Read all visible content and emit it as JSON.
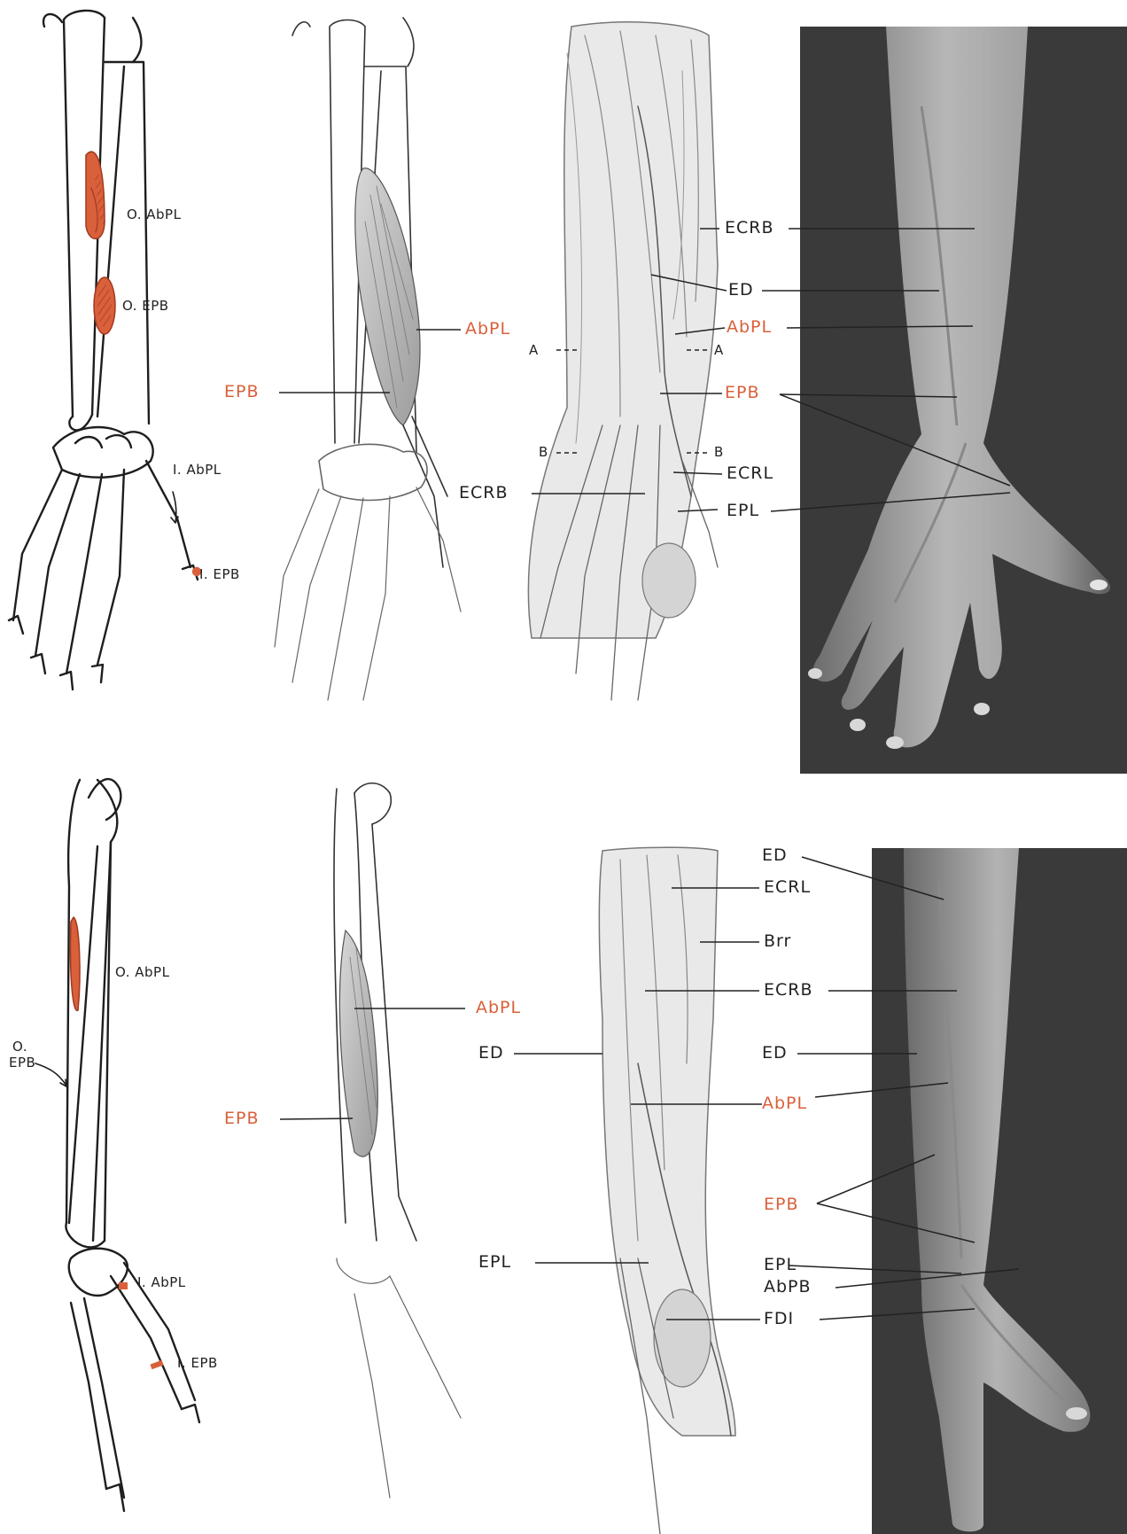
{
  "colors": {
    "origin_red": "#d9603a",
    "ink": "#222222",
    "photo_background": "#3a3a3a",
    "skin_light": "#b9b9b9",
    "skin_mid": "#8a8a8a"
  },
  "top_row": {
    "skeleton_labels": {
      "origin_abpl": "O. AbPL",
      "origin_epb": "O. EPB",
      "insertion_abpl": "I. AbPL",
      "insertion_epb": "I. EPB"
    },
    "muscle_labels": {
      "abpl": "AbPL",
      "epb": "EPB"
    },
    "detail_labels": {
      "ecrb_upper": "ECRB",
      "ed": "ED",
      "abpl": "AbPL",
      "section_a_left": "A",
      "section_a_right": "A",
      "epb": "EPB",
      "section_b_left": "B",
      "section_b_right": "B",
      "ecrl": "ECRL",
      "ecrb_lower": "ECRB",
      "epl": "EPL"
    }
  },
  "bottom_row": {
    "skeleton_labels": {
      "origin_abpl": "O. AbPL",
      "origin_epb_line1": "O.",
      "origin_epb_line2": "EPB",
      "insertion_abpl": "I. AbPL",
      "insertion_epb": "I. EPB"
    },
    "muscle_labels": {
      "abpl": "AbPL",
      "epb": "EPB"
    },
    "detail_labels": {
      "ed_top": "ED",
      "ecrl": "ECRL",
      "brr": "Brr",
      "ecrb": "ECRB",
      "ed_left": "ED",
      "ed_mid": "ED",
      "abpl": "AbPL",
      "epb": "EPB",
      "epl_left": "EPL",
      "epl_right": "EPL",
      "abpb": "AbPB",
      "fdi": "FDI"
    }
  }
}
